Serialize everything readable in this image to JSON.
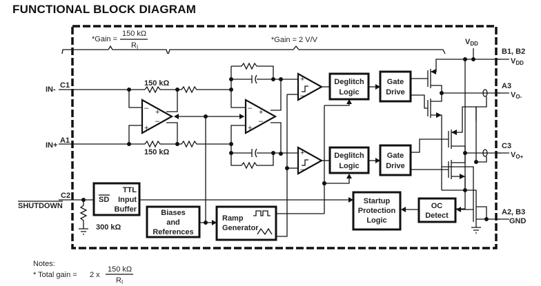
{
  "title": "FUNCTIONAL BLOCK DIAGRAM",
  "gain_labels": {
    "left_prefix": "*Gain =",
    "left_numerator": "150 kΩ",
    "left_denominator": "R",
    "left_denominator_sub": "I",
    "right": "*Gain = 2 V/V"
  },
  "pins": {
    "in_minus": {
      "name": "IN-",
      "pin": "C1"
    },
    "in_plus": {
      "name": "IN+",
      "pin": "A1"
    },
    "shutdown": {
      "name": "SHUTDOWN",
      "pin": "C2"
    },
    "vdd": {
      "pin": "B1, B2",
      "name": "V",
      "sub": "DD"
    },
    "vo_minus": {
      "pin": "A3",
      "name": "V",
      "sub": "O-"
    },
    "vo_plus": {
      "pin": "C3",
      "name": "V",
      "sub": "O+"
    },
    "gnd": {
      "pin": "A2, B3",
      "name": "GND"
    }
  },
  "vdd_top": {
    "name": "V",
    "sub": "DD"
  },
  "resistors": {
    "r_top": "150 kΩ",
    "r_bottom": "150 kΩ",
    "r_shutdown": "300 kΩ"
  },
  "blocks": {
    "deglitch_top": [
      "Deglitch",
      "Logic"
    ],
    "gate_drive_top": [
      "Gate",
      "Drive"
    ],
    "deglitch_bottom": [
      "Deglitch",
      "Logic"
    ],
    "gate_drive_bottom": [
      "Gate",
      "Drive"
    ],
    "ttl_buffer": {
      "sd": "SD",
      "lines": [
        "TTL",
        "Input",
        "Buffer"
      ]
    },
    "biases": [
      "Biases",
      "and",
      "References"
    ],
    "ramp": [
      "Ramp",
      "Generator"
    ],
    "startup": [
      "Startup",
      "Protection",
      "Logic"
    ],
    "oc_detect": [
      "OC",
      "Detect"
    ]
  },
  "notes": {
    "heading": "Notes:",
    "total_gain_prefix": "* Total gain =",
    "factor": "2 x",
    "numerator": "150 kΩ",
    "denominator": "R",
    "denominator_sub": "I"
  }
}
